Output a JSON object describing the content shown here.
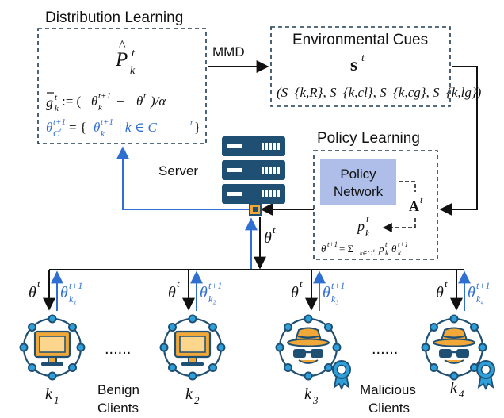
{
  "titles": {
    "distribution_learning": "Distribution Learning",
    "environmental_cues": "Environmental Cues",
    "policy_learning": "Policy Learning",
    "server": "Server",
    "policy_network_line1": "Policy",
    "policy_network_line2": "Network",
    "mmd": "MMD"
  },
  "formulas": {
    "p_hat": {
      "base": "P",
      "hat": "^",
      "sup": "t",
      "sub": "k"
    },
    "g_bar": {
      "lhs": "g",
      "sup": "t",
      "sub": "k",
      "assign": ":= (",
      "theta1": "θ",
      "theta1_sup": "t+1",
      "theta1_sub": "k",
      "minus": " − ",
      "theta2": "θ",
      "theta2_sup": "t",
      "rest": ")/α"
    },
    "theta_set": {
      "lhs": "θ",
      "lhs_sub": "C",
      "lhs_sub_sup": "t",
      "lhs_sup": "t+1",
      "eq": " = {",
      "theta": "θ",
      "theta_sup": "t+1",
      "theta_sub": "k",
      "cond": " | k ∈ C",
      "cond_sup": "t",
      "close": "}"
    },
    "s_t": {
      "base": "s",
      "sup": "t"
    },
    "s_tuple": "(S_{k,R}, S_{k,cl}, S_{k,cg}, S_{k,lg})",
    "A_t": {
      "base": "A",
      "sup": "t"
    },
    "p_kt": {
      "base": "p",
      "sup": "t",
      "sub": "k"
    },
    "theta_update": {
      "lhs": "θ",
      "lhs_sup": "t+1",
      "eq": " = Σ",
      "sum_sub": "k∈C",
      "sum_sub_sup": "t",
      "p": "p",
      "p_sup": "t",
      "p_sub": "k",
      "theta": "θ",
      "theta_sup": "t+1",
      "theta_sub": "k"
    },
    "theta_t": {
      "base": "θ",
      "sup": "t"
    }
  },
  "clients": [
    {
      "id": "k1",
      "base": "k",
      "sub": "1",
      "type": "benign",
      "up_sub": "k₁"
    },
    {
      "id": "k2",
      "base": "k",
      "sub": "2",
      "type": "benign",
      "up_sub": "k₂"
    },
    {
      "id": "k3",
      "base": "k",
      "sub": "3",
      "type": "malicious",
      "up_sub": "k₃"
    },
    {
      "id": "k4",
      "base": "k",
      "sub": "4",
      "type": "malicious",
      "up_sub": "k₄"
    }
  ],
  "client_groups": {
    "benign_line1": "Benign",
    "benign_line2": "Clients",
    "malicious_line1": "Malicious",
    "malicious_line2": "Clients",
    "ellipsis": "......"
  },
  "colors": {
    "blue": "#2f6fd1",
    "policy_box": "#aebee8",
    "server_dark": "#1f4f73",
    "server_light": "#ffffff",
    "client_ring": "#1f4f73",
    "monitor_orange": "#f2a838",
    "spy_orange": "#f2a838",
    "badge_blue": "#2f9fd9"
  },
  "icons": [
    "server-icon",
    "computer-icon",
    "spy-icon",
    "badge-icon"
  ]
}
